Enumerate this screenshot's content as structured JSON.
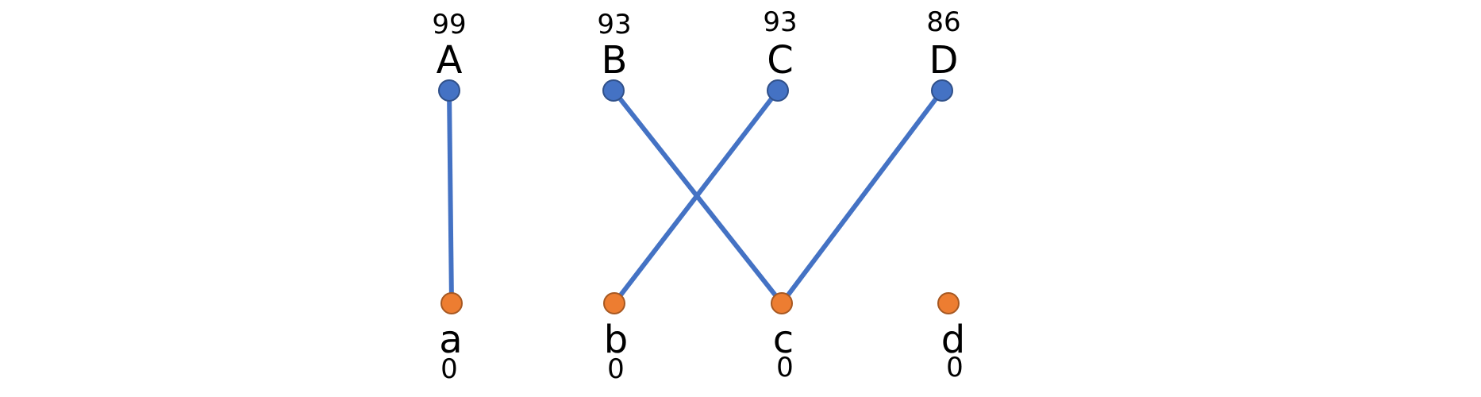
{
  "diagram": {
    "top_nodes": [
      {
        "id": "A",
        "label": "A",
        "weight": "99",
        "color": "#4472C4"
      },
      {
        "id": "B",
        "label": "B",
        "weight": "93",
        "color": "#4472C4"
      },
      {
        "id": "C",
        "label": "C",
        "weight": "93",
        "color": "#4472C4"
      },
      {
        "id": "D",
        "label": "D",
        "weight": "86",
        "color": "#4472C4"
      }
    ],
    "bottom_nodes": [
      {
        "id": "a",
        "label": "a",
        "weight": "0",
        "color": "#ED7D31"
      },
      {
        "id": "b",
        "label": "b",
        "weight": "0",
        "color": "#ED7D31"
      },
      {
        "id": "c",
        "label": "c",
        "weight": "0",
        "color": "#ED7D31"
      },
      {
        "id": "d",
        "label": "d",
        "weight": "0",
        "color": "#ED7D31"
      }
    ],
    "edges": [
      {
        "from": "A",
        "to": "a"
      },
      {
        "from": "B",
        "to": "c"
      },
      {
        "from": "C",
        "to": "b"
      },
      {
        "from": "D",
        "to": "c"
      }
    ],
    "edge_color": "#4472C4"
  }
}
